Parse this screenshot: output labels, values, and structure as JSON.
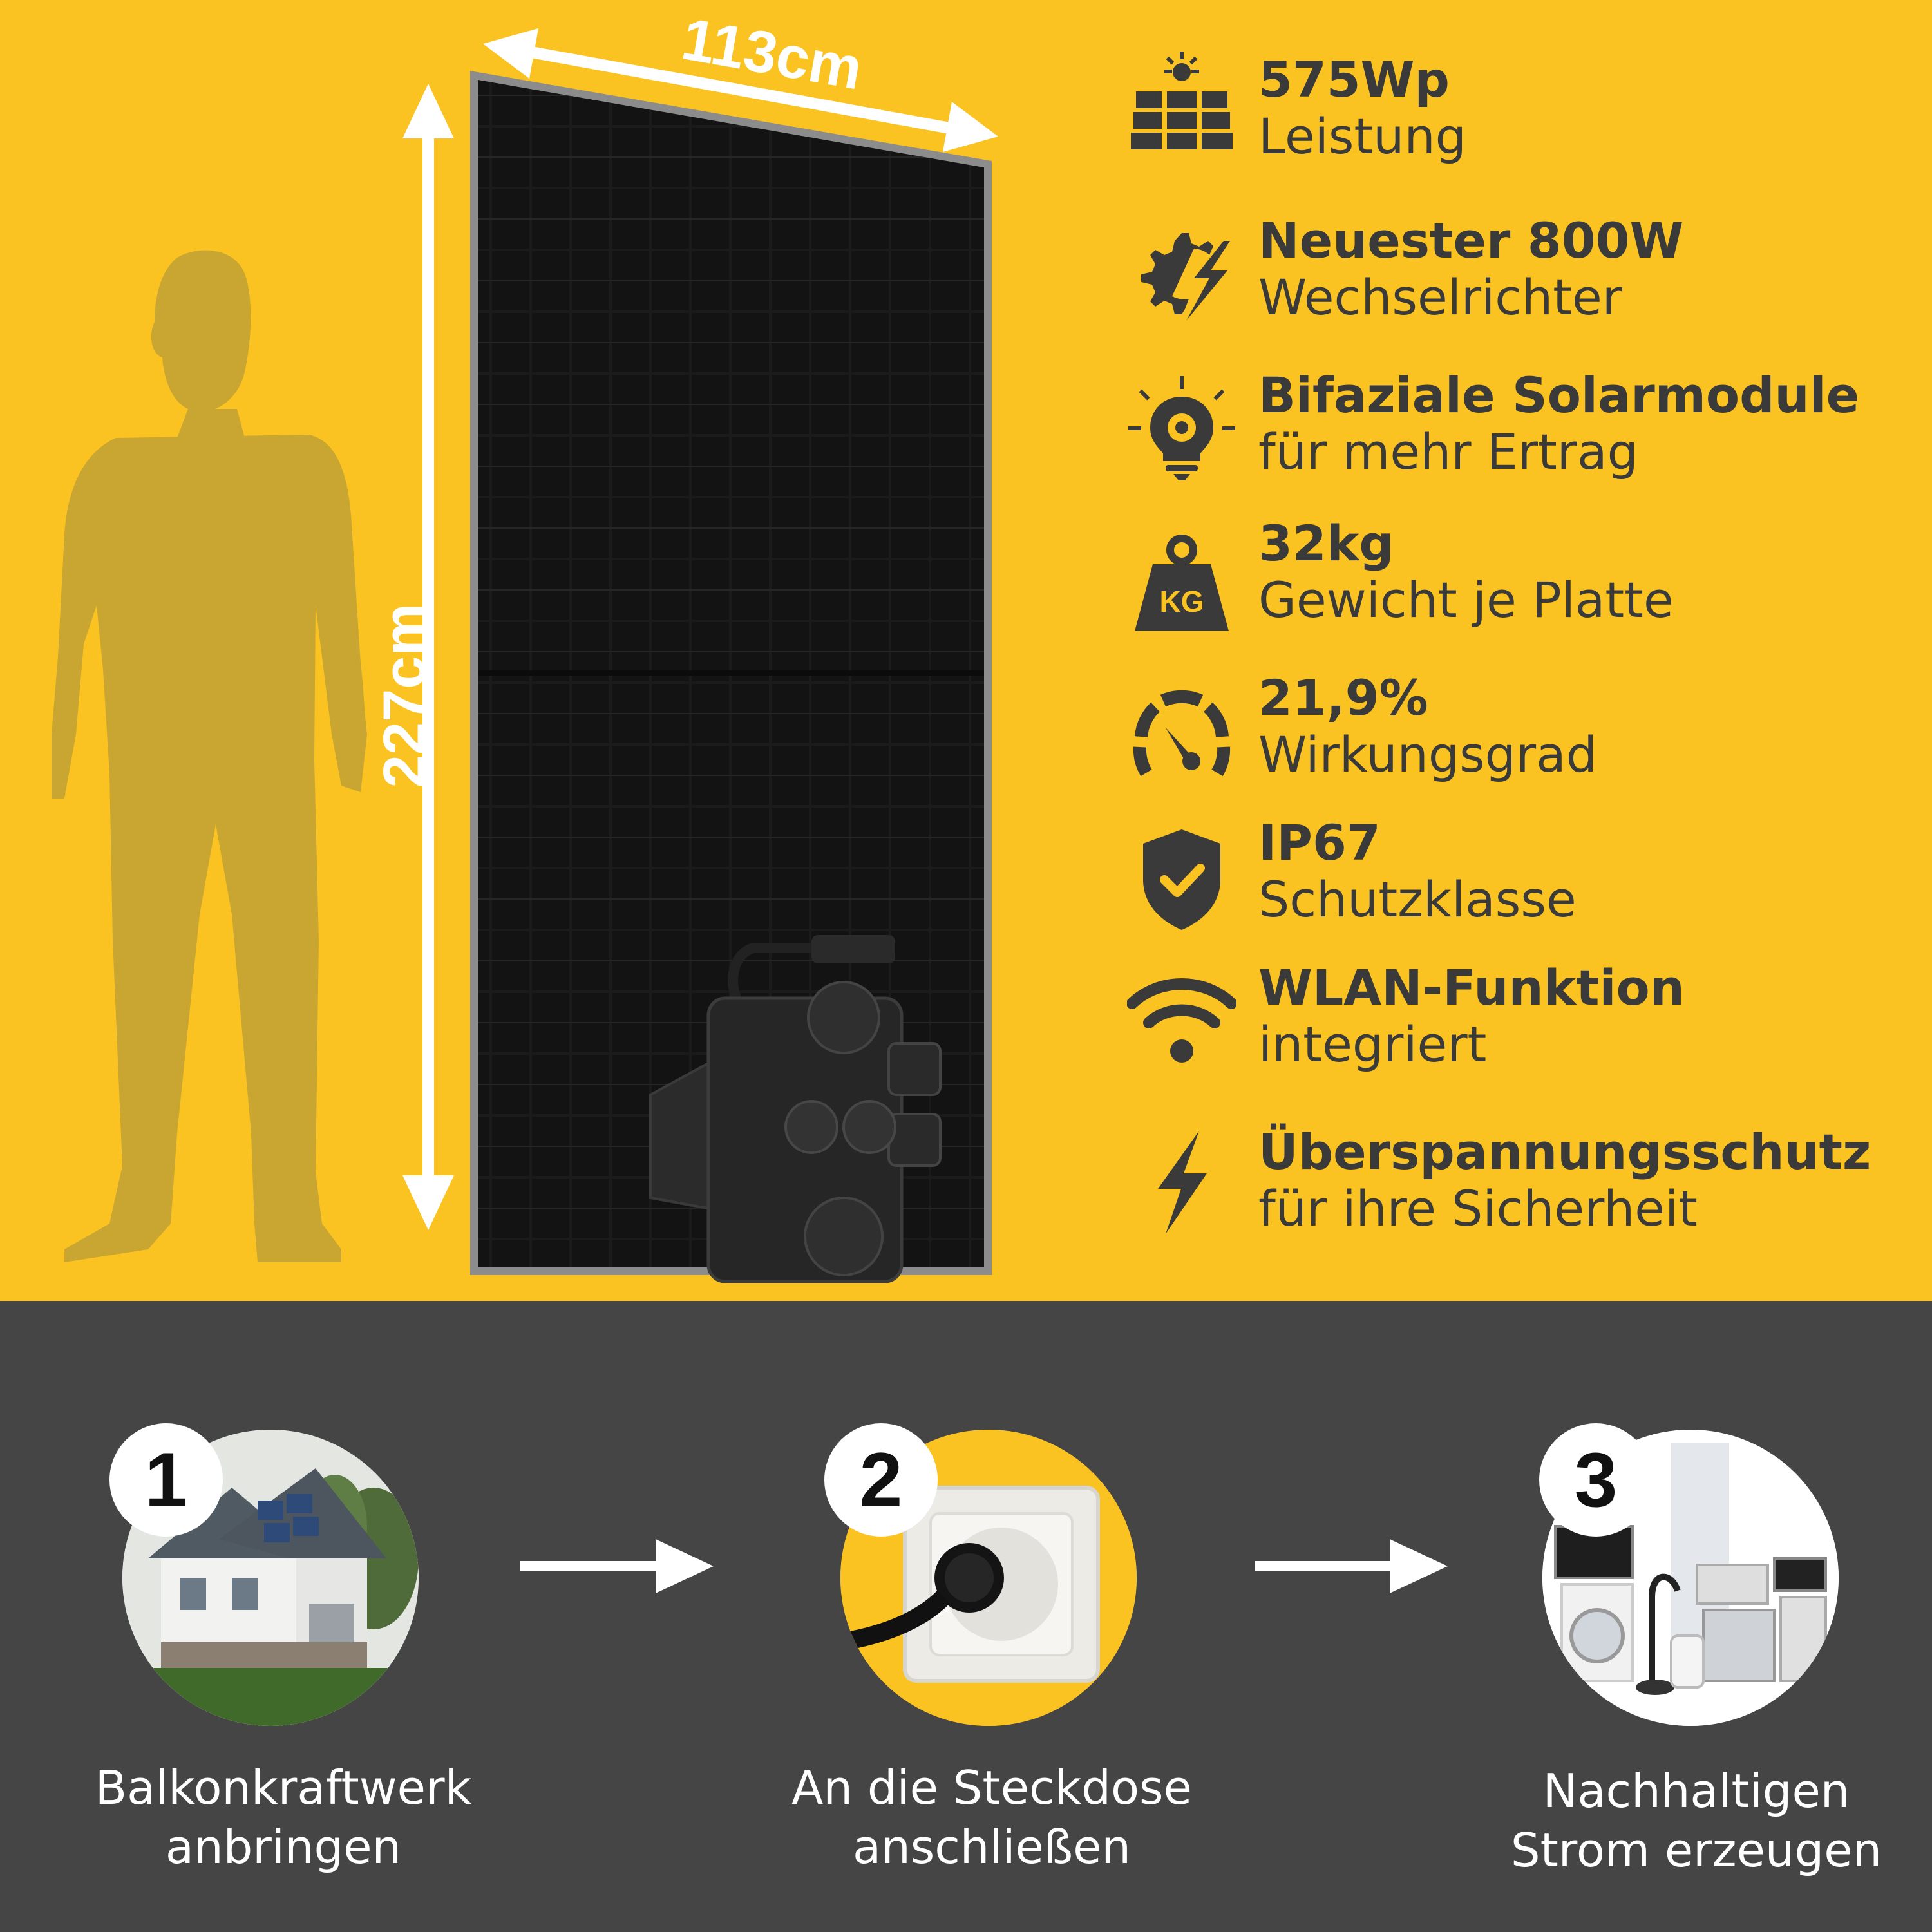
{
  "dimensions": {
    "width_label": "113cm",
    "height_label": "227cm"
  },
  "features": [
    {
      "icon": "solar-panel-icon",
      "title": "575Wp",
      "subtitle": "Leistung"
    },
    {
      "icon": "gear-lightning-icon",
      "title": "Neuester 800W",
      "subtitle": "Wechselrichter"
    },
    {
      "icon": "bulb-gear-icon",
      "title": "Bifaziale Solarmodule",
      "subtitle": "für mehr Ertrag"
    },
    {
      "icon": "weight-icon",
      "title": "32kg",
      "subtitle": "Gewicht je Platte",
      "icon_text": "KG"
    },
    {
      "icon": "gauge-icon",
      "title": "21,9%",
      "subtitle": "Wirkungsgrad"
    },
    {
      "icon": "shield-check-icon",
      "title": "IP67",
      "subtitle": "Schutzklasse"
    },
    {
      "icon": "wifi-icon",
      "title": "WLAN-Funktion",
      "subtitle": "integriert"
    },
    {
      "icon": "lightning-icon",
      "title": "Überspannungsschutz",
      "subtitle": "für ihre Sicherheit"
    }
  ],
  "steps": [
    {
      "number": "1",
      "line1": "Balkonkraftwerk",
      "line2": "anbringen"
    },
    {
      "number": "2",
      "line1": "An die Steckdose",
      "line2": "anschließen"
    },
    {
      "number": "3",
      "line1": "Nachhaltigen",
      "line2": "Strom erzeugen"
    }
  ],
  "colors": {
    "yellow": "#fbc322",
    "dark": "#454545",
    "text": "#3a3a3a",
    "silhouette": "#c9a532"
  }
}
